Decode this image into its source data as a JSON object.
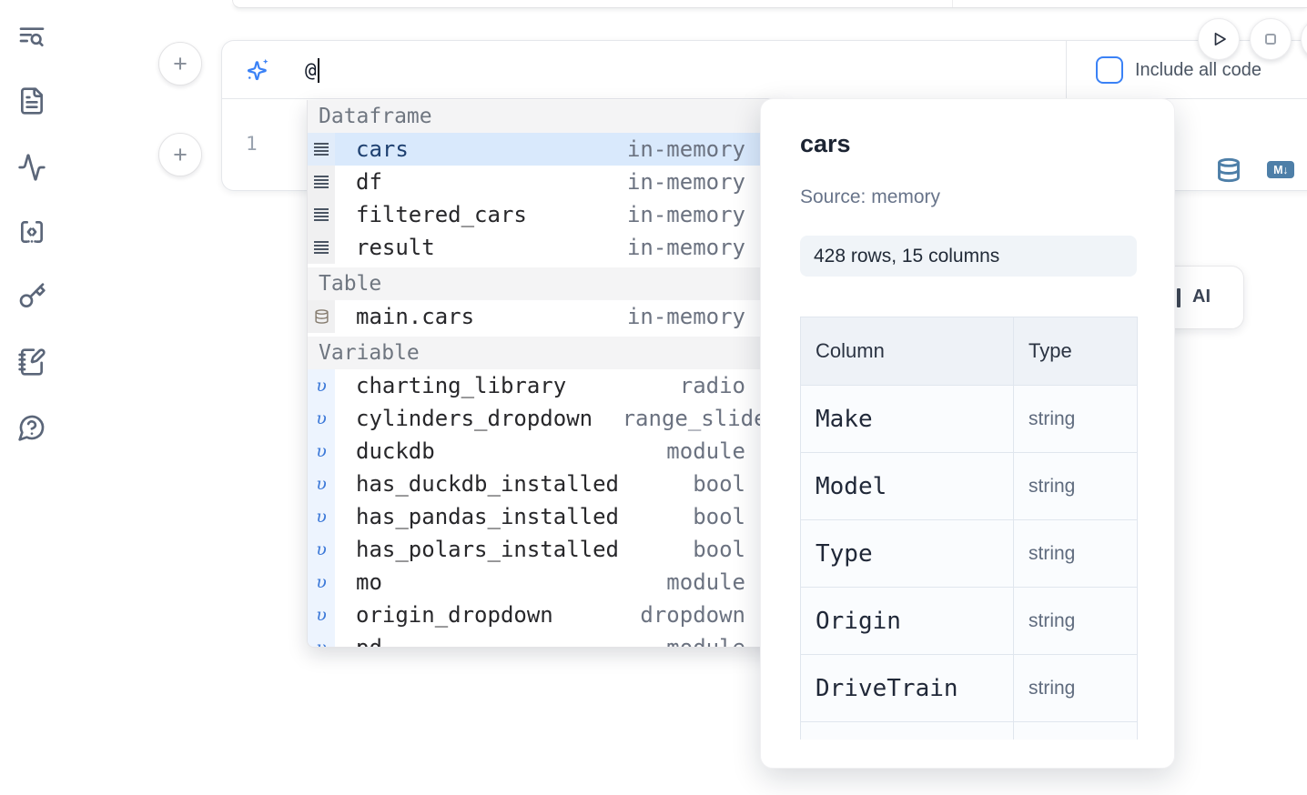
{
  "colors": {
    "accent_blue": "#3b82f6",
    "steel_blue": "#4e7fa8",
    "selected_row_bg": "#d9e9fc"
  },
  "sidebar": {
    "icons": [
      "text-search-icon",
      "file-text-icon",
      "activity-icon",
      "code-snippets-icon",
      "key-icon",
      "notebook-pen-icon",
      "help-chat-icon"
    ]
  },
  "ai_prompt": {
    "value": "@",
    "include_all_code_label": "Include all code"
  },
  "add_cell_buttons": {
    "symbol": "+"
  },
  "editor": {
    "line_number": "1"
  },
  "cell_actions": {
    "markdown_badge": "M↓"
  },
  "autocomplete": {
    "sections": [
      {
        "label": "Dataframe",
        "icon": "dataframe-icon",
        "items": [
          {
            "name": "cars",
            "type": "in-memory",
            "selected": true
          },
          {
            "name": "df",
            "type": "in-memory"
          },
          {
            "name": "filtered_cars",
            "type": "in-memory"
          },
          {
            "name": "result",
            "type": "in-memory"
          }
        ]
      },
      {
        "label": "Table",
        "icon": "database-icon",
        "items": [
          {
            "name": "main.cars",
            "type": "in-memory"
          }
        ]
      },
      {
        "label": "Variable",
        "icon": "variable-icon",
        "items": [
          {
            "name": "charting_library",
            "type": "radio"
          },
          {
            "name": "cylinders_dropdown",
            "type": "range_slider",
            "type_overflow": true
          },
          {
            "name": "duckdb",
            "type": "module"
          },
          {
            "name": "has_duckdb_installed",
            "type": "bool"
          },
          {
            "name": "has_pandas_installed",
            "type": "bool"
          },
          {
            "name": "has_polars_installed",
            "type": "bool"
          },
          {
            "name": "mo",
            "type": "module"
          },
          {
            "name": "origin_dropdown",
            "type": "dropdown"
          },
          {
            "name": "pd",
            "type": "module",
            "clipped": true
          }
        ]
      }
    ]
  },
  "preview_panel": {
    "title": "cars",
    "source_label": "Source: memory",
    "shape_badge": "428 rows, 15 columns",
    "table": {
      "headers": [
        "Column",
        "Type"
      ],
      "rows": [
        {
          "column": "Make",
          "type": "string"
        },
        {
          "column": "Model",
          "type": "string"
        },
        {
          "column": "Type",
          "type": "string"
        },
        {
          "column": "Origin",
          "type": "string"
        },
        {
          "column": "DriveTrain",
          "type": "string"
        }
      ]
    }
  },
  "generate_ai_button": {
    "visible_label": "AI"
  }
}
